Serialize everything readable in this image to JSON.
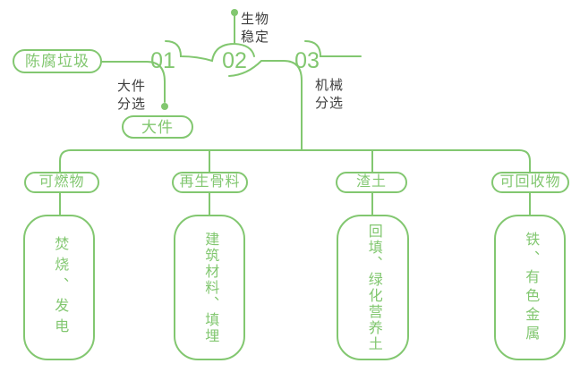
{
  "palette": {
    "green": "#82C770",
    "dark_text": "#3E3E3E"
  },
  "flowchart": {
    "source": {
      "label": "陈腐垃圾"
    },
    "steps": [
      {
        "number": "01",
        "process_label": "大件\n分选",
        "output_label": "大件"
      },
      {
        "number": "02",
        "process_label": "生物\n稳定"
      },
      {
        "number": "03",
        "process_label": "机械\n分选"
      }
    ],
    "branches": [
      {
        "category": "可燃物",
        "uses": "焚烧、发电"
      },
      {
        "category": "再生骨料",
        "uses": "建筑材料、填埋"
      },
      {
        "category": "渣土",
        "uses": "回填、绿化营养土"
      },
      {
        "category": "可回收物",
        "uses": "铁、有色金属"
      }
    ]
  }
}
